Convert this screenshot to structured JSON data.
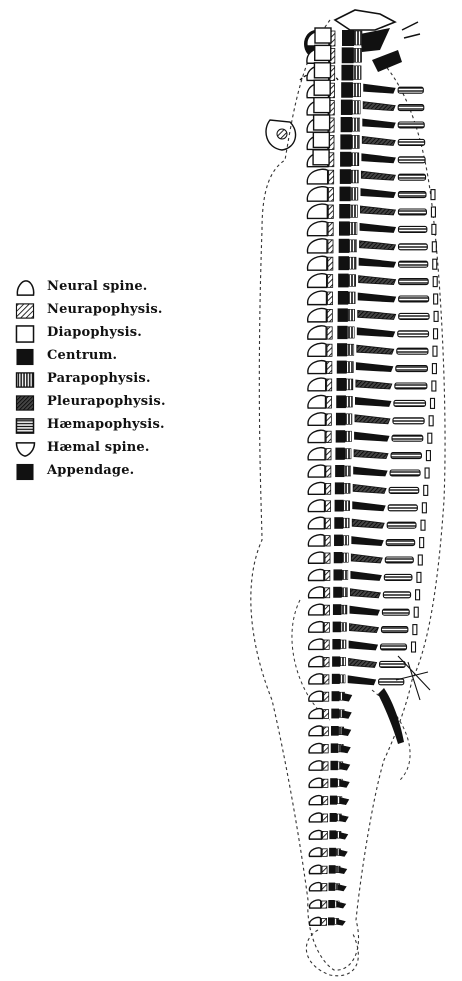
{
  "legend": [
    {
      "label": "Neural spine.",
      "icon": "neural-spine-icon"
    },
    {
      "label": "Neurapophysis.",
      "icon": "neurapophysis-icon"
    },
    {
      "label": "Diapophysis.",
      "icon": "diapophysis-icon"
    },
    {
      "label": "Centrum.",
      "icon": "centrum-icon"
    },
    {
      "label": "Parapophysis.",
      "icon": "parapophysis-icon"
    },
    {
      "label": "Pleurapophysis.",
      "icon": "pleurapophysis-icon"
    },
    {
      "label": "Hæmapophysis.",
      "icon": "haemapophysis-icon"
    },
    {
      "label": "Hæmal spine.",
      "icon": "haemal-spine-icon"
    },
    {
      "label": "Appendage.",
      "icon": "appendage-icon"
    }
  ],
  "colors": {
    "ink": "#111111",
    "paper": "#ffffff"
  }
}
